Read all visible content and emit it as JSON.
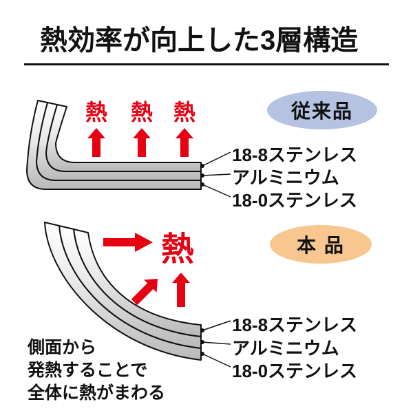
{
  "title": "熱効率が向上した3層構造",
  "conventional": {
    "badge": "従来品",
    "heat_labels": [
      "熱",
      "熱",
      "熱"
    ],
    "layers": [
      "18-8ステンレス",
      "アルミニウム",
      "18-0ステンレス"
    ]
  },
  "product": {
    "badge": "本 品",
    "heat_label": "熱",
    "layers": [
      "18-8ステンレス",
      "アルミニウム",
      "18-0ステンレス"
    ],
    "caption_lines": [
      "側面から",
      "発熱することで",
      "全体に熱がまわる"
    ]
  },
  "colors": {
    "heat_red": "#e60012",
    "badge_conventional_blue": "#b5c2e2",
    "badge_product_orange": "#f7c78f",
    "metal_light": "#ffffff",
    "metal_dark": "#b9b9b9",
    "outline_black": "#111111"
  }
}
